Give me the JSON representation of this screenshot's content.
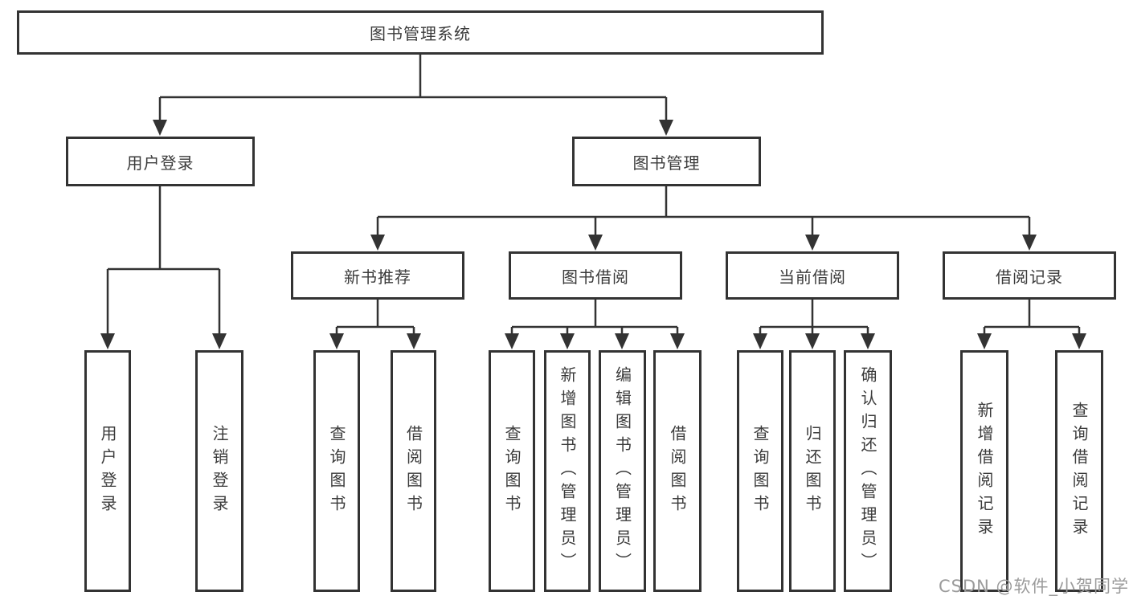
{
  "diagram": {
    "root_label": "图书管理系统",
    "branches": {
      "user": {
        "label": "用户登录",
        "leaves": [
          "用户登录",
          "注销登录"
        ]
      },
      "mgmt": {
        "label": "图书管理",
        "groups": [
          {
            "label": "新书推荐",
            "leaves": [
              "查询图书",
              "借阅图书"
            ]
          },
          {
            "label": "图书借阅",
            "leaves": [
              "查询图书",
              "新增图书（管理员）",
              "编辑图书（管理员）",
              "借阅图书"
            ]
          },
          {
            "label": "当前借阅",
            "leaves": [
              "查询图书",
              "归还图书",
              "确认归还（管理员）"
            ]
          },
          {
            "label": "借阅记录",
            "leaves": [
              "新增借阅记录",
              "查询借阅记录"
            ]
          }
        ]
      }
    }
  },
  "watermark": "CSDN @软件_小贺同学",
  "colors": {
    "line": "#333333",
    "box_border": "#333333",
    "text": "#3b3b3b",
    "watermark": "#9b9b9b",
    "background": "#ffffff"
  }
}
